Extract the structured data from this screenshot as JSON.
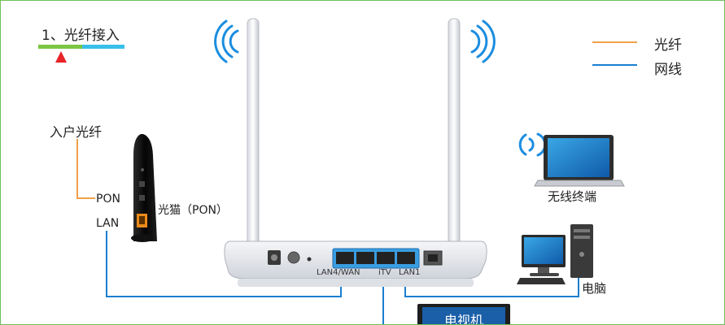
{
  "title": "1、光纤接入",
  "legend": {
    "fiber_label": "光纤",
    "network_label": "网线",
    "fiber_color": "#f0a04a",
    "network_color": "#1a7fd1"
  },
  "labels": {
    "home_fiber": "入户光纤",
    "pon_port": "PON",
    "lan_port": "LAN",
    "modem": "光猫（PON）",
    "wireless_terminal": "无线终端",
    "computer": "电脑",
    "tv": "电视机"
  },
  "router_ports": {
    "lan4_wan": "LAN4/WAN",
    "itv": "iTV",
    "lan1": "LAN1"
  },
  "colors": {
    "title_underline_green": "#7cc642",
    "title_underline_cyan": "#39c0ea",
    "marker_red": "#e8232a",
    "border_green": "#6ec05a",
    "tv_screen": "#1a5fa8"
  },
  "icons": [
    "wifi-signal-icon",
    "router-icon",
    "fiber-modem-icon",
    "laptop-icon",
    "desktop-computer-icon",
    "tv-icon",
    "red-triangle-marker-icon"
  ]
}
